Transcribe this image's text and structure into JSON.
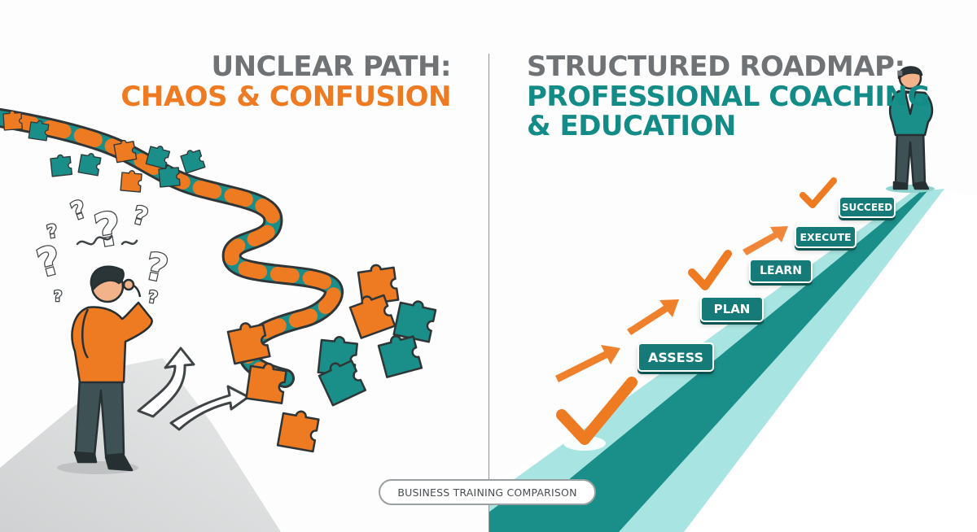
{
  "left_panel": {
    "heading_line1": "UNCLEAR PATH:",
    "heading_line2": "CHAOS & CONFUSION",
    "accent_color": "#ee7a22"
  },
  "right_panel": {
    "heading_line1": "STRUCTURED ROADMAP:",
    "heading_line2": "PROFESSIONAL COACHING",
    "heading_line3": "& EDUCATION",
    "accent_color": "#138c87",
    "steps": [
      "ASSESS",
      "PLAN",
      "LEARN",
      "EXECUTE",
      "SUCCEED"
    ]
  },
  "caption": "BUSINESS TRAINING COMPARISON",
  "colors": {
    "orange": "#ee7a22",
    "teal": "#1a8f8a",
    "dark_teal": "#167b78",
    "gray": "#6f7375"
  },
  "icons": [
    "question-mark-icon",
    "puzzle-piece-icon",
    "arrow-icon",
    "checkmark-icon",
    "person-figure"
  ]
}
